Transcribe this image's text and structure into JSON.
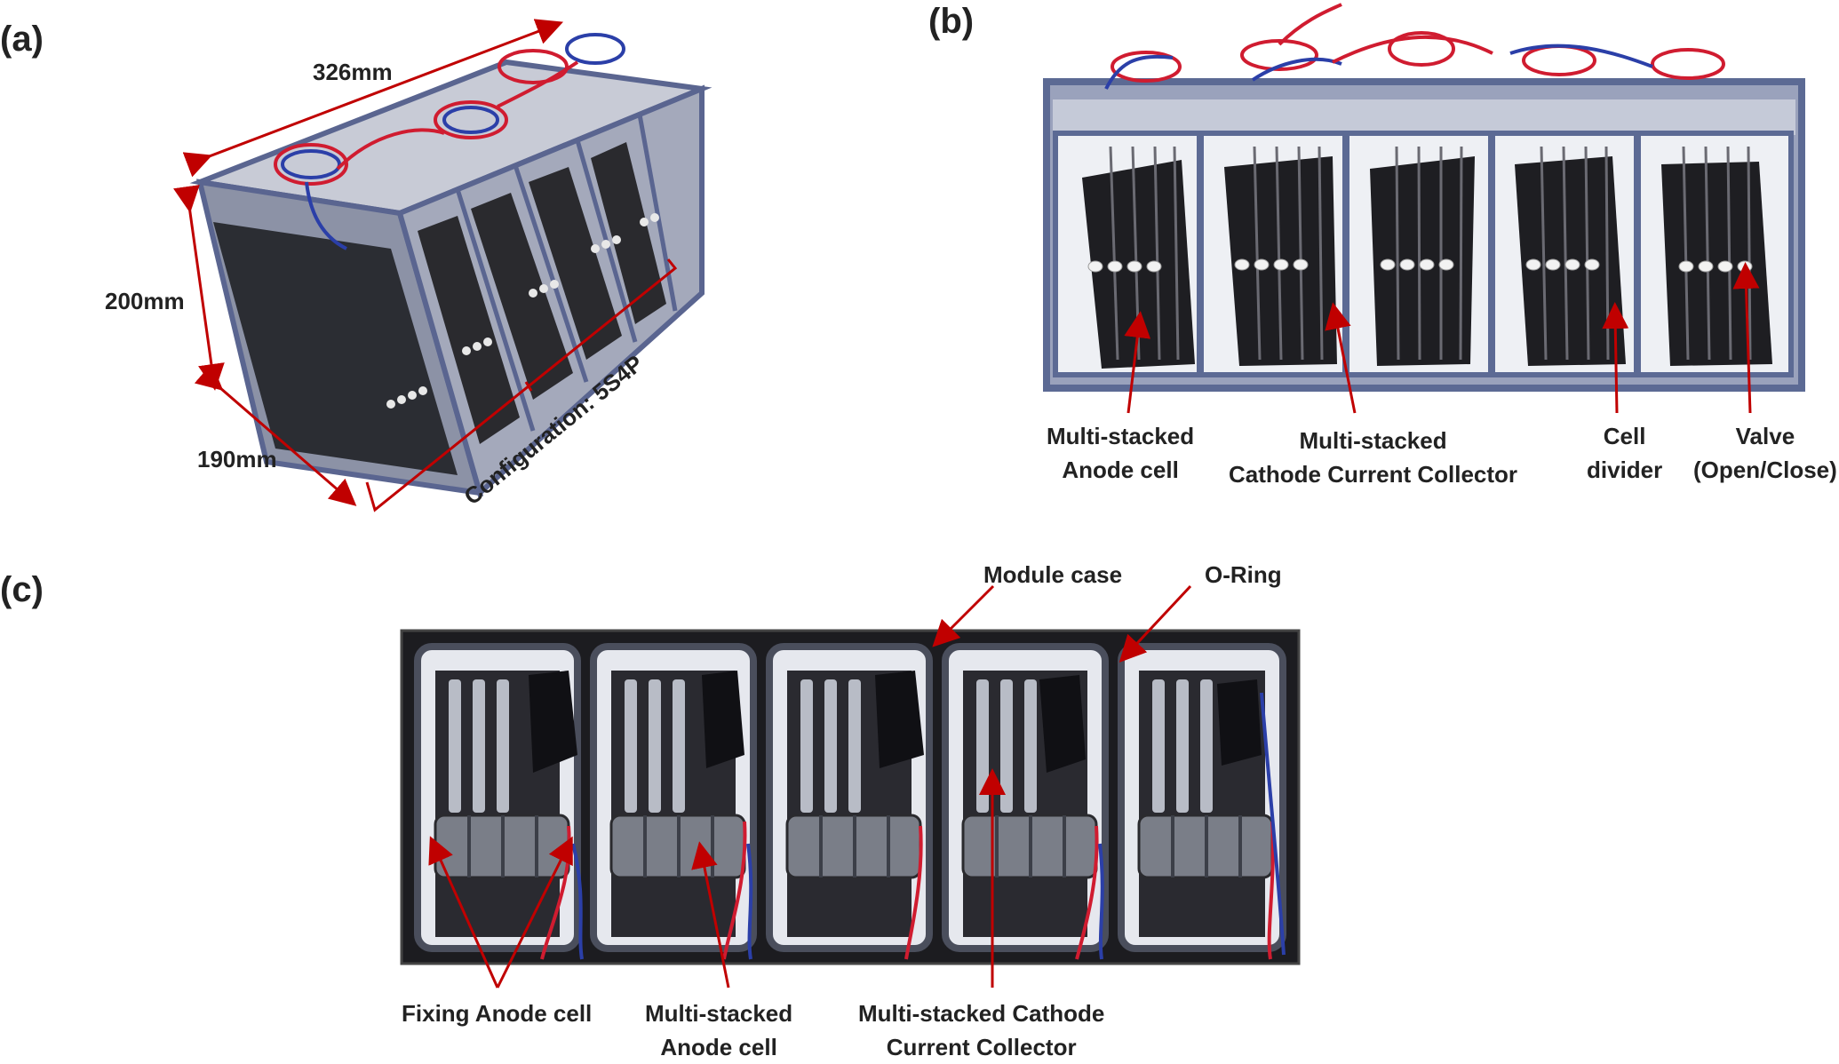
{
  "panel_a": {
    "letter": "(a)",
    "dims": {
      "length": "326mm",
      "height": "200mm",
      "width": "190mm",
      "configuration": "Configuration: 5S4P"
    }
  },
  "panel_b": {
    "letter": "(b)",
    "labels": {
      "anode_line1": "Multi-stacked",
      "anode_line2": "Anode cell",
      "cathode_line1": "Multi-stacked",
      "cathode_line2": "Cathode Current Collector",
      "divider_line1": "Cell",
      "divider_line2": "divider",
      "valve_line1": "Valve",
      "valve_line2": "(Open/Close)"
    }
  },
  "panel_c": {
    "letter": "(c)",
    "labels": {
      "module_case": "Module case",
      "o_ring": "O-Ring",
      "fixing": "Fixing Anode cell",
      "anode_line1": "Multi-stacked",
      "anode_line2": "Anode cell",
      "cathode_line1": "Multi-stacked Cathode",
      "cathode_line2": "Current Collector"
    }
  },
  "colors": {
    "annotation_red": "#c00000",
    "case_blue": "#6f7fa8",
    "plate_black": "#1a1a1a"
  }
}
